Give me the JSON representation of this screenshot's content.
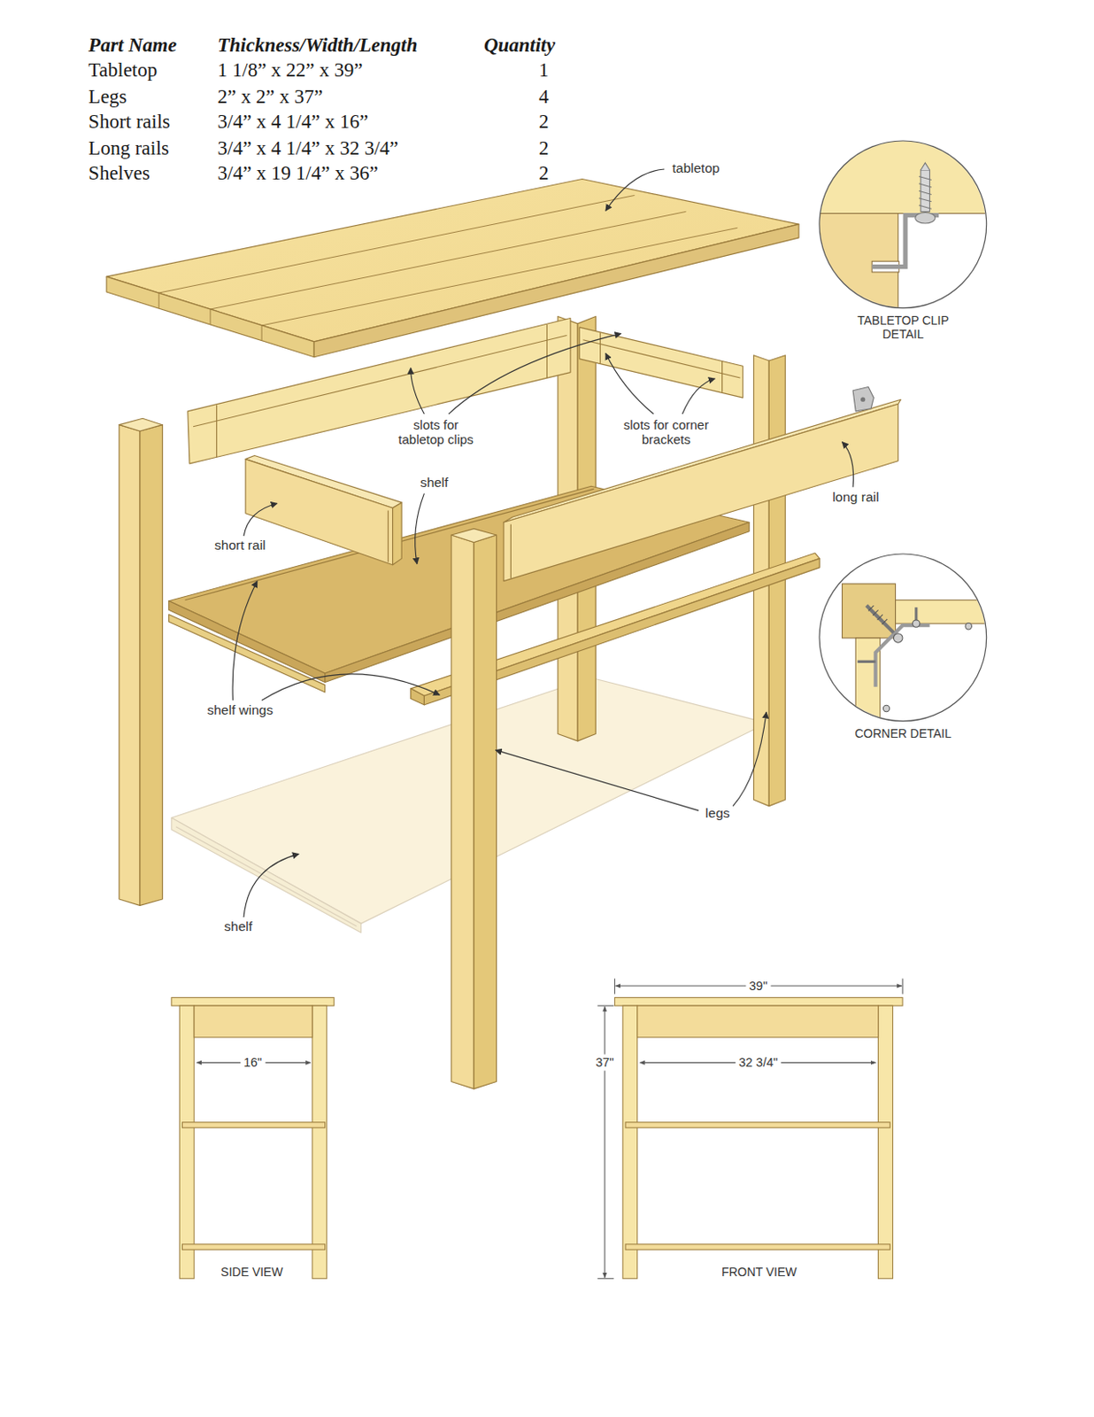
{
  "diagram": {
    "nodes": [
      {
        "text": [
          "TABLETOP CLIP DETAIL"
        ]
      },
      {
        "text": [
          "CORNER DETAIL"
        ]
      }
    ],
    "labels": [
      "Part Name",
      "Thickness/Width/Length",
      "Quantity",
      "Tabletop",
      "1 1/8” x 22” x 39”",
      "1",
      "Legs",
      "2” x 2” x 37”",
      "4",
      "Short rails",
      "3/4” x 4 1/4” x 16”",
      "2",
      "Long rails",
      "3/4” x 4 1/4” x 32 3/4”",
      "2",
      "Shelves",
      "3/4” x 19 1/4” x 36”",
      "2",
      "tabletop",
      "slots for tabletop clips",
      "slots for corner brackets",
      "long rail",
      "shelf",
      "short rail",
      "shelf wings",
      "legs",
      "shelf",
      "16\"",
      "SIDE VIEW",
      "39\"",
      "37\"",
      "32 3/4\"",
      "FRONT VIEW"
    ]
  }
}
